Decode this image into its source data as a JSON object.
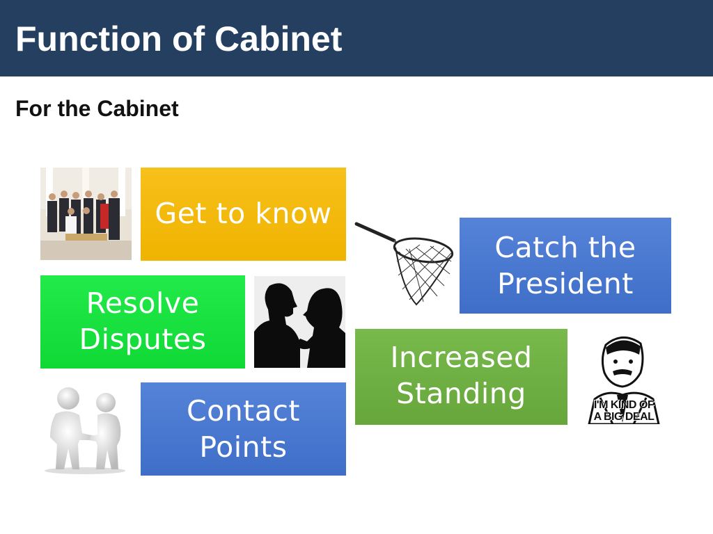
{
  "slide": {
    "title": "Function of Cabinet",
    "subtitle": "For the Cabinet"
  },
  "boxes": {
    "get_to_know": {
      "lines": [
        "Get to know"
      ],
      "color": "#f6b902"
    },
    "catch_president": {
      "lines": [
        "Catch the",
        "President"
      ],
      "color": "#4a79d1"
    },
    "resolve_disputes": {
      "lines": [
        "Resolve",
        "Disputes"
      ],
      "color": "#16e43d"
    },
    "increased_standing": {
      "lines": [
        "Increased",
        "Standing"
      ],
      "color": "#6fb143"
    },
    "contact_points": {
      "lines": [
        "Contact",
        "Points"
      ],
      "color": "#4a79d1"
    }
  },
  "images": {
    "cabinet_photo": "group-photo",
    "net": "butterfly-net-icon",
    "argument": "arguing-silhouettes",
    "handshake": "handshake-figures",
    "big_deal": {
      "icon": "big-deal-meme",
      "caption_lines": [
        "I'M KIND OF",
        "A BIG DEAL"
      ]
    }
  },
  "colors": {
    "header": "#243f60",
    "background": "#ffffff"
  }
}
